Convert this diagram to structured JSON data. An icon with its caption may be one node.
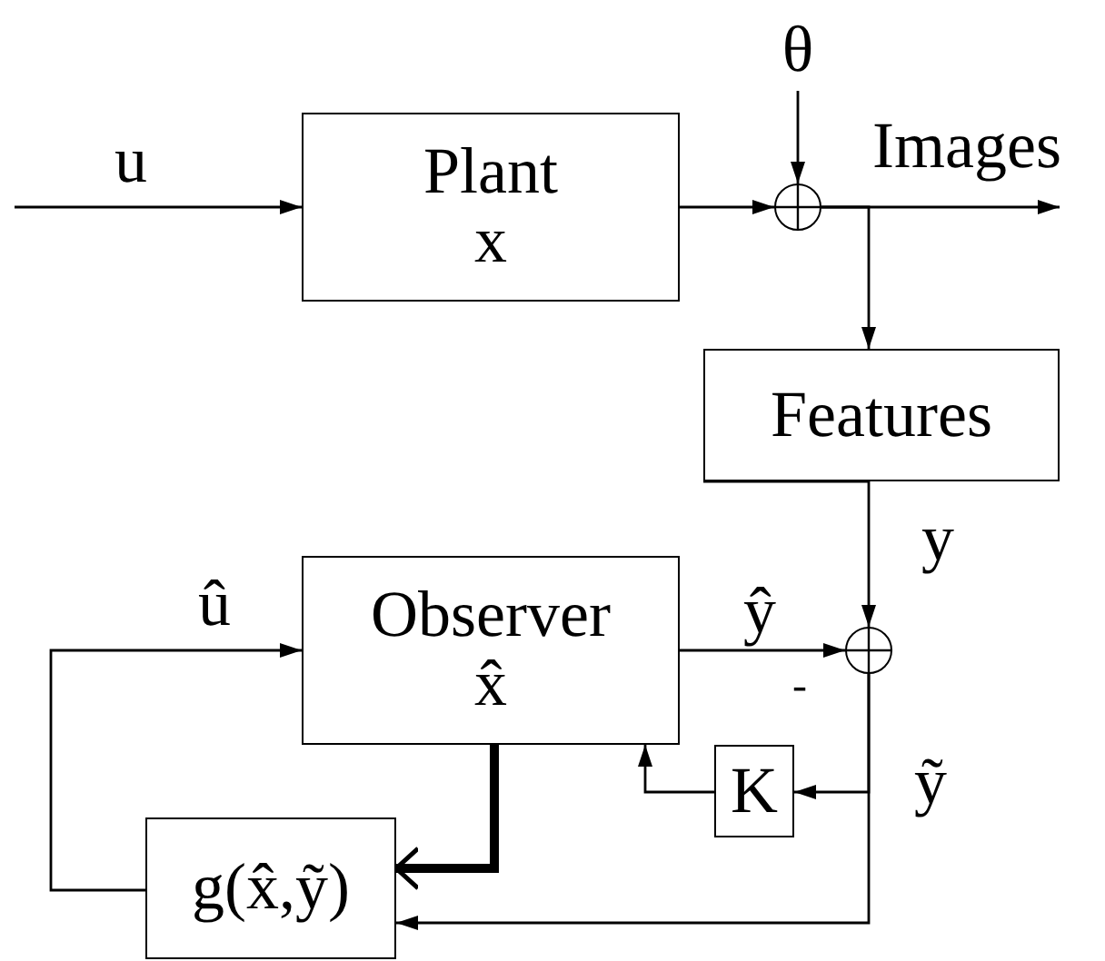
{
  "diagram": {
    "nodes": [
      {
        "text": [
          "θ"
        ]
      },
      {
        "text": [
          "Plant",
          "x"
        ]
      },
      {
        "text": [],
        "shape": "circle"
      },
      {
        "text": [
          "Features"
        ]
      },
      {
        "text": [
          "Observer",
          "x̂"
        ]
      },
      {
        "text": [],
        "shape": "circle"
      },
      {
        "text": [
          "K"
        ]
      },
      {
        "text": [
          "g(x̂,ỹ)"
        ]
      }
    ],
    "edges": [
      {
        "from": null,
        "to": 1,
        "arrow": "to",
        "label": "u"
      },
      {
        "from": 1,
        "to": 2,
        "arrow": "to"
      },
      {
        "from": 0,
        "to": 2,
        "arrow": "to"
      },
      {
        "from": 2,
        "to": null,
        "arrow": "to",
        "label": "Images"
      },
      {
        "from": 2,
        "to": 3,
        "arrow": "to"
      },
      {
        "from": 3,
        "to": 5,
        "arrow": "to",
        "label": "y"
      },
      {
        "from": 4,
        "to": 5,
        "arrow": "to",
        "label": "ŷ"
      },
      {
        "from": 5,
        "to": 6,
        "arrow": "to"
      },
      {
        "from": 5,
        "to": 7,
        "arrow": "to"
      },
      {
        "from": 6,
        "to": 4,
        "arrow": "to"
      },
      {
        "from": 4,
        "to": 7,
        "arrow": "to",
        "style": "thick"
      },
      {
        "from": 7,
        "to": 4,
        "arrow": "to",
        "label": "û"
      }
    ],
    "labels": [
      "-",
      "ỹ"
    ]
  }
}
